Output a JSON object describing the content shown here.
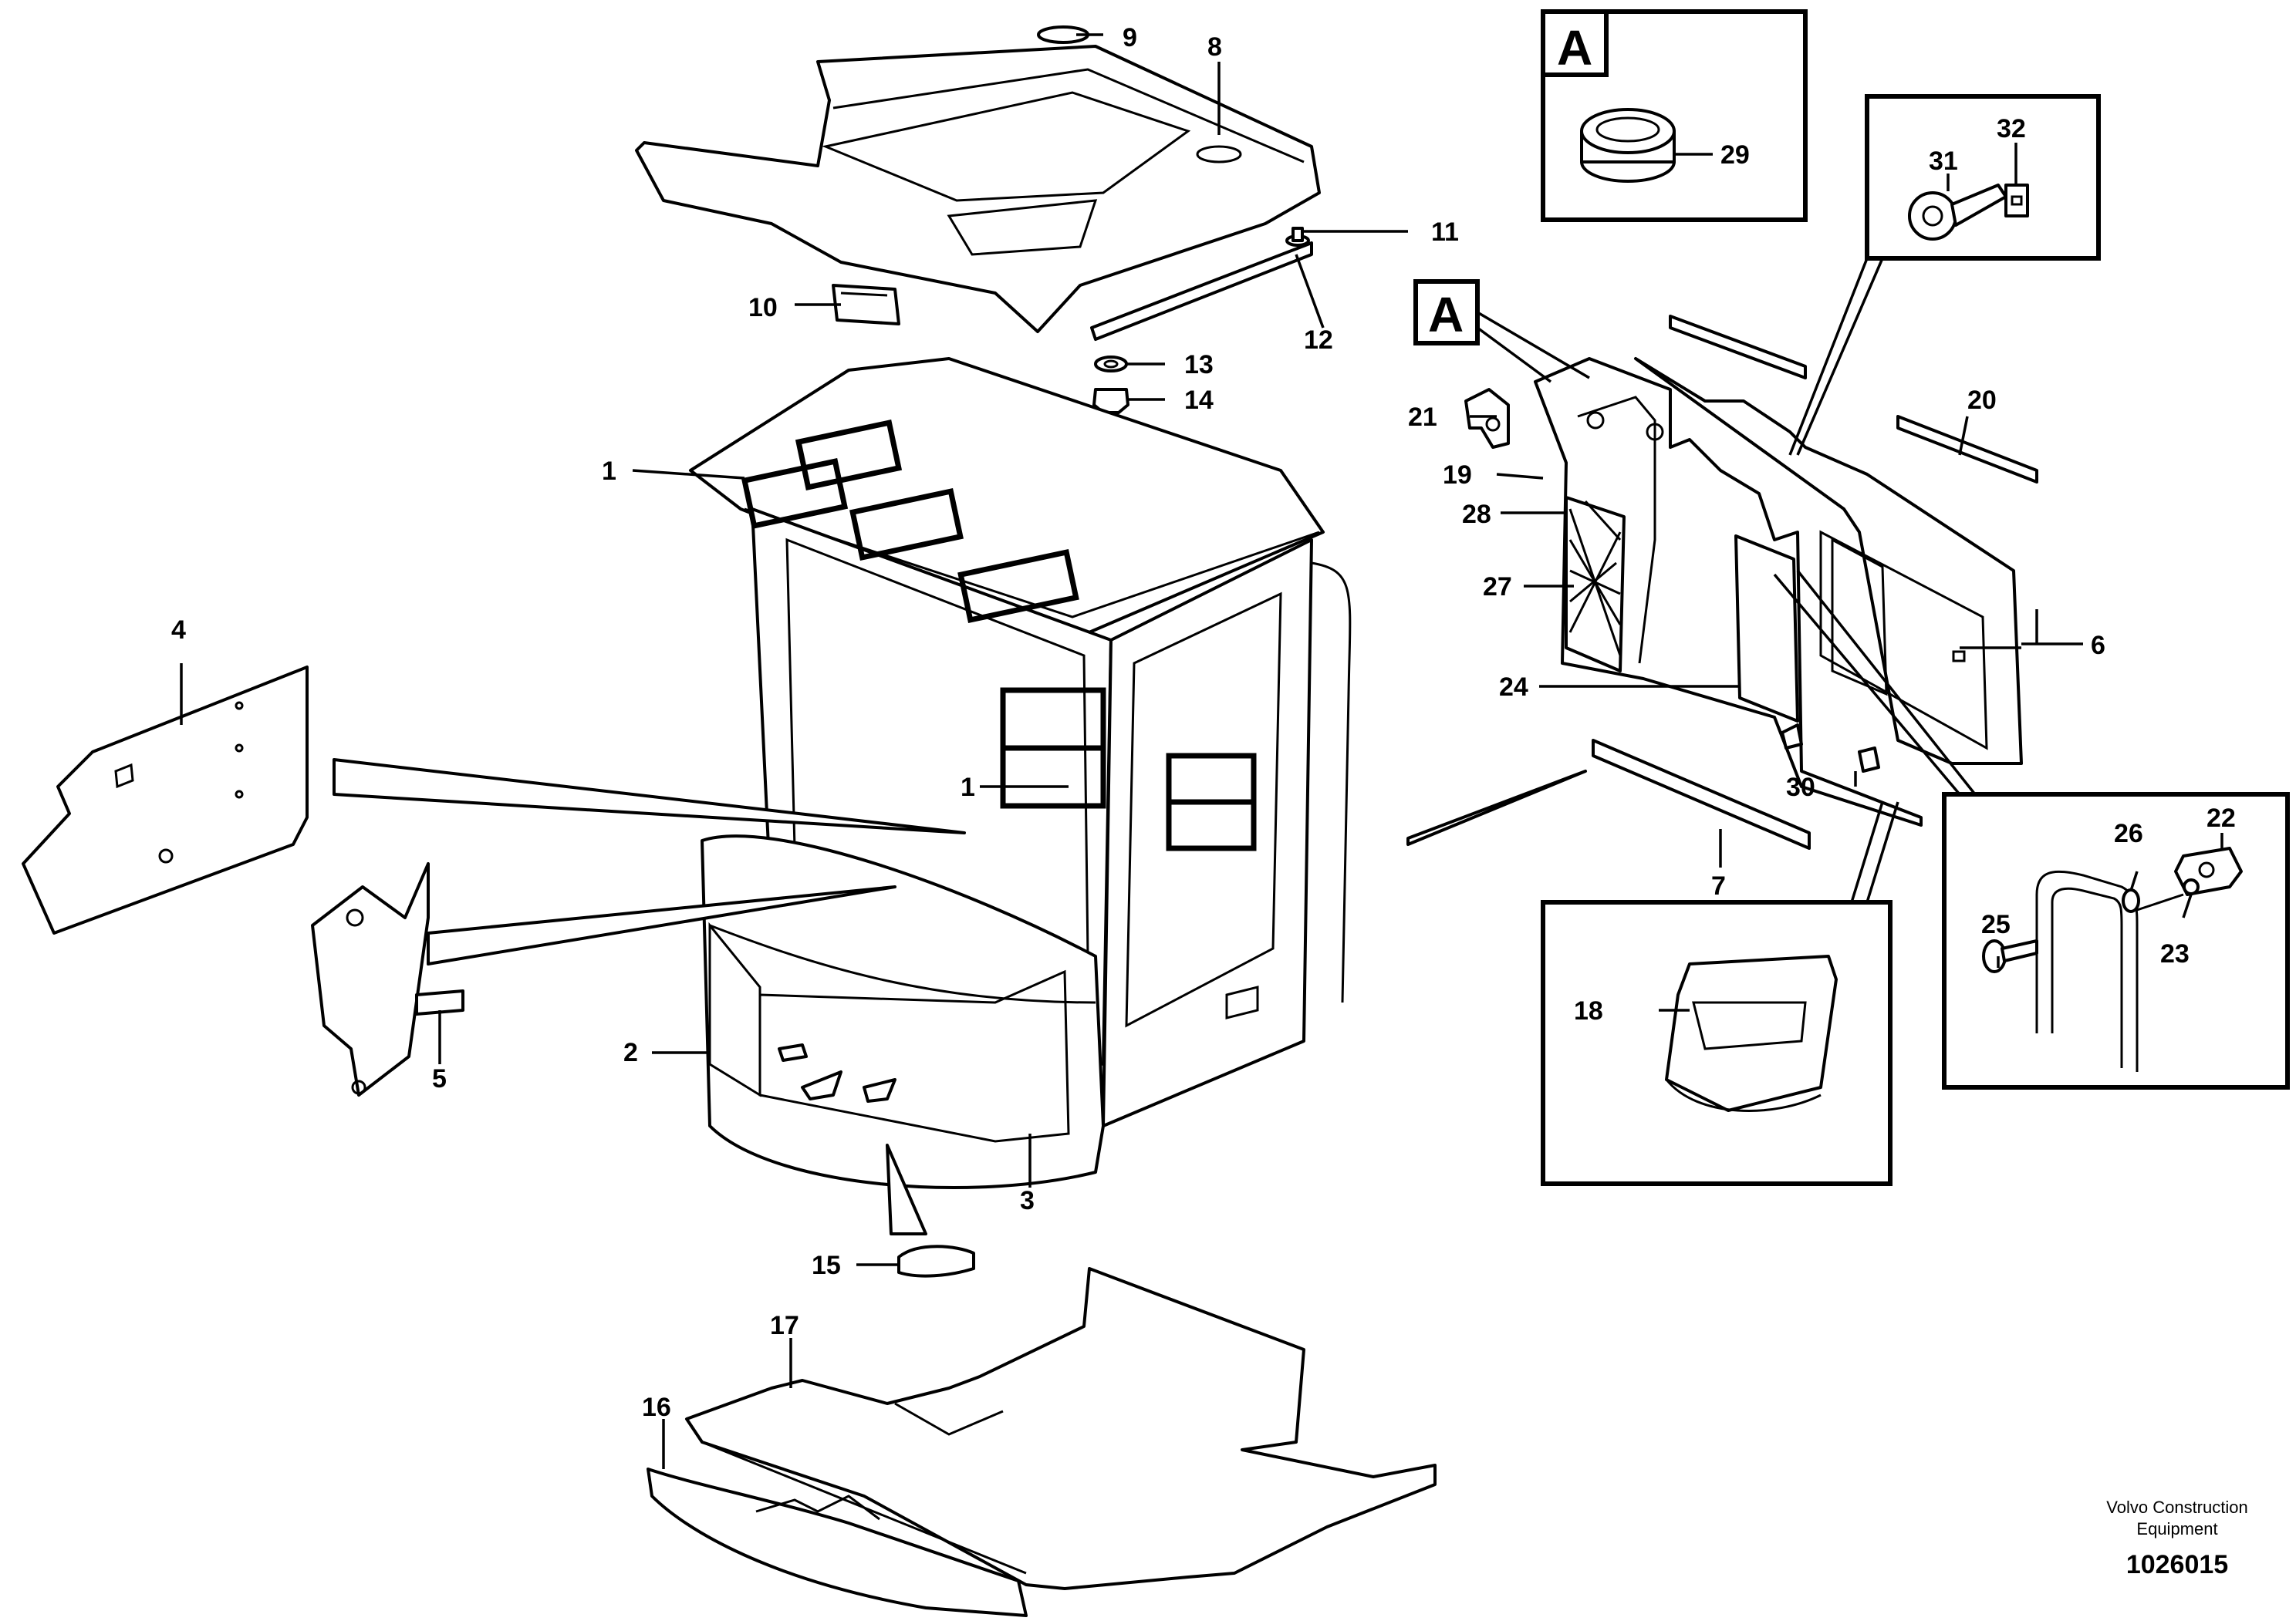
{
  "labels": {
    "n1": "1",
    "n1b": "1",
    "n2": "2",
    "n3": "3",
    "n4": "4",
    "n5": "5",
    "n6": "6",
    "n7": "7",
    "n8": "8",
    "n9": "9",
    "n10": "10",
    "n11": "11",
    "n12": "12",
    "n13": "13",
    "n14": "14",
    "n15": "15",
    "n16": "16",
    "n17": "17",
    "n18": "18",
    "n19": "19",
    "n20": "20",
    "n21": "21",
    "n22": "22",
    "n23": "23",
    "n24": "24",
    "n25": "25",
    "n26": "26",
    "n27": "27",
    "n28": "28",
    "n29": "29",
    "n30": "30",
    "n31": "31",
    "n32": "32"
  },
  "detail_box_letter": "A",
  "detail_ref_letter": "A",
  "credit": {
    "line1": "Volvo Construction",
    "line2": "Equipment",
    "doc_number": "1026015"
  }
}
